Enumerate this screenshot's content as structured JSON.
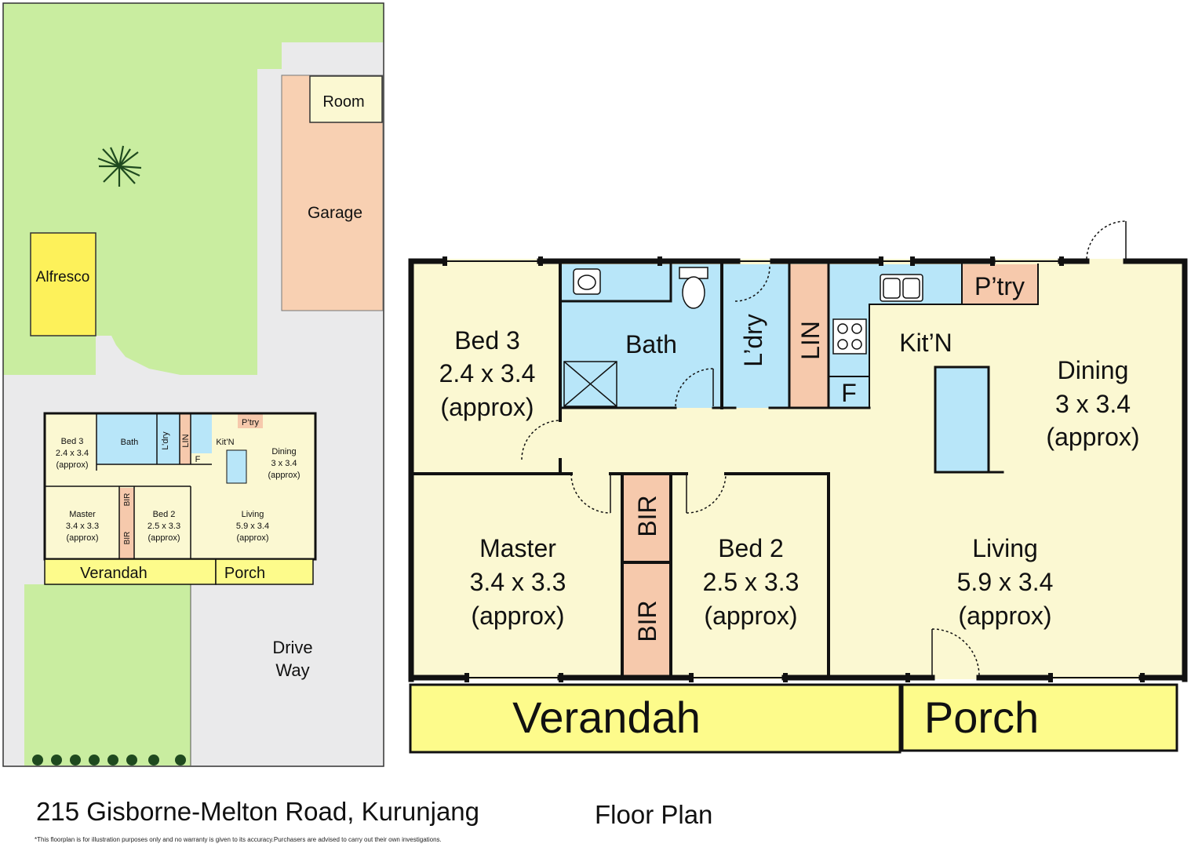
{
  "site_plan": {
    "labels": {
      "room": "Room",
      "garage": "Garage",
      "alfresco": "Alfresco",
      "driveway_line1": "Drive",
      "driveway_line2": "Way"
    }
  },
  "rooms": {
    "bed3": {
      "name": "Bed 3",
      "size": "2.4 x 3.4",
      "approx": "(approx)"
    },
    "bath": {
      "name": "Bath"
    },
    "laundry": {
      "name": "L’dry"
    },
    "linen": {
      "name": "LIN"
    },
    "kitchen": {
      "name": "Kit’N"
    },
    "pantry": {
      "name": "P’try"
    },
    "fridge": {
      "name": "F"
    },
    "dining": {
      "name": "Dining",
      "size": "3 x 3.4",
      "approx": "(approx)"
    },
    "master": {
      "name": "Master",
      "size": "3.4 x 3.3",
      "approx": "(approx)"
    },
    "bir": {
      "name": "BIR"
    },
    "bed2": {
      "name": "Bed 2",
      "size": "2.5 x 3.3",
      "approx": "(approx)"
    },
    "living": {
      "name": "Living",
      "size": "5.9 x 3.4",
      "approx": "(approx)"
    },
    "verandah": {
      "name": "Verandah"
    },
    "porch": {
      "name": "Porch"
    }
  },
  "colors": {
    "bedroom_yellow": "#fbf8d2",
    "wet_area_blue": "#b8e6f9",
    "storage_salmon": "#f6c9ac",
    "verandah_yellow": "#fdfb8b",
    "lawn_green": "#c9eda0",
    "paving_grey": "#eaeaeb",
    "wall_black": "#111111"
  },
  "footer": {
    "address": "215 Gisborne-Melton Road, Kurunjang",
    "title": "Floor Plan",
    "disclaimer": "*This floorplan is for illustration purposes only and no warranty is given to its accuracy.Purchasers are advised to carry out their own investigations."
  }
}
